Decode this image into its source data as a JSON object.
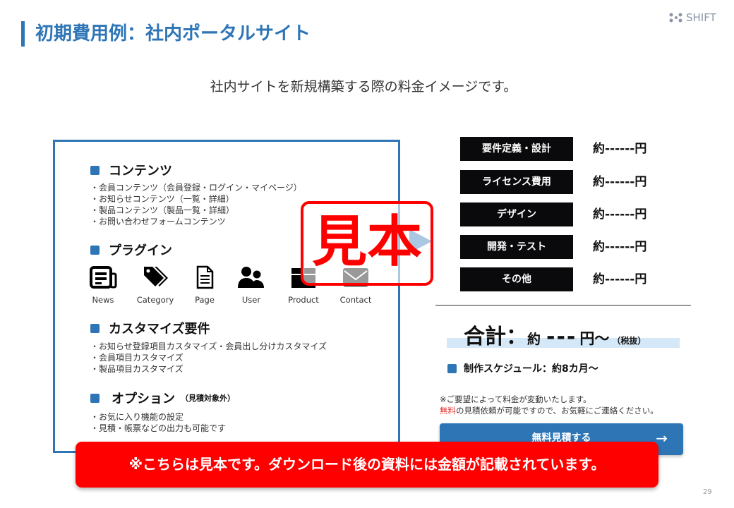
{
  "header": {
    "title": "初期費用例：社内ポータルサイト",
    "logo": "SHIFT"
  },
  "subtitle": "社内サイトを新規構築する際の料金イメージです。",
  "sections": {
    "contents": {
      "heading": "コンテンツ",
      "items": [
        "・会員コンテンツ（会員登録・ログイン・マイページ）",
        "・お知らせコンテンツ（一覧・詳細）",
        "・製品コンテンツ（製品一覧・詳細）",
        "・お問い合わせフォームコンテンツ"
      ]
    },
    "plugins": {
      "heading": "プラグイン",
      "items": [
        {
          "label": "News",
          "icon": "newspaper-icon"
        },
        {
          "label": "Category",
          "icon": "tag-icon"
        },
        {
          "label": "Page",
          "icon": "document-icon"
        },
        {
          "label": "User",
          "icon": "users-icon"
        },
        {
          "label": "Product",
          "icon": "box-icon"
        },
        {
          "label": "Contact",
          "icon": "envelope-icon"
        }
      ]
    },
    "customize": {
      "heading": "カスタマイズ要件",
      "items": [
        "・お知らせ登録項目カスタマイズ・会員出し分けカスタマイズ",
        "・会員項目カスタマイズ",
        "・製品項目カスタマイズ"
      ]
    },
    "options": {
      "heading": "オプション",
      "note": "（見積対象外）",
      "items": [
        "・お気に入り機能の設定",
        "・見積・帳票などの出力も可能です"
      ]
    }
  },
  "stamp": "見本",
  "costs": [
    {
      "label": "要件定義・設計",
      "value": "約------円"
    },
    {
      "label": "ライセンス費用",
      "value": "約------円"
    },
    {
      "label": "デザイン",
      "value": "約------円"
    },
    {
      "label": "開発・テスト",
      "value": "約------円"
    },
    {
      "label": "その他",
      "value": "約------円"
    }
  ],
  "total": {
    "label": "合計：",
    "approx": "約",
    "amount": "---",
    "unit": "円〜",
    "tax": "（税抜）"
  },
  "schedule": "制作スケジュール：約8カ月〜",
  "notes": {
    "line1": "※ご要望によって料金が変動いたします。",
    "free": "無料",
    "line2": "の見積依頼が可能ですので、お気軽にご連絡ください。"
  },
  "estimate_button": "無料見積する",
  "banner": "※こちらは見本です。ダウンロード後の資料には金額が記載されています。",
  "page_number": "29",
  "colors": {
    "accent": "#2e75b6",
    "red": "#ff0000",
    "label_bg": "#0a0a0c"
  }
}
